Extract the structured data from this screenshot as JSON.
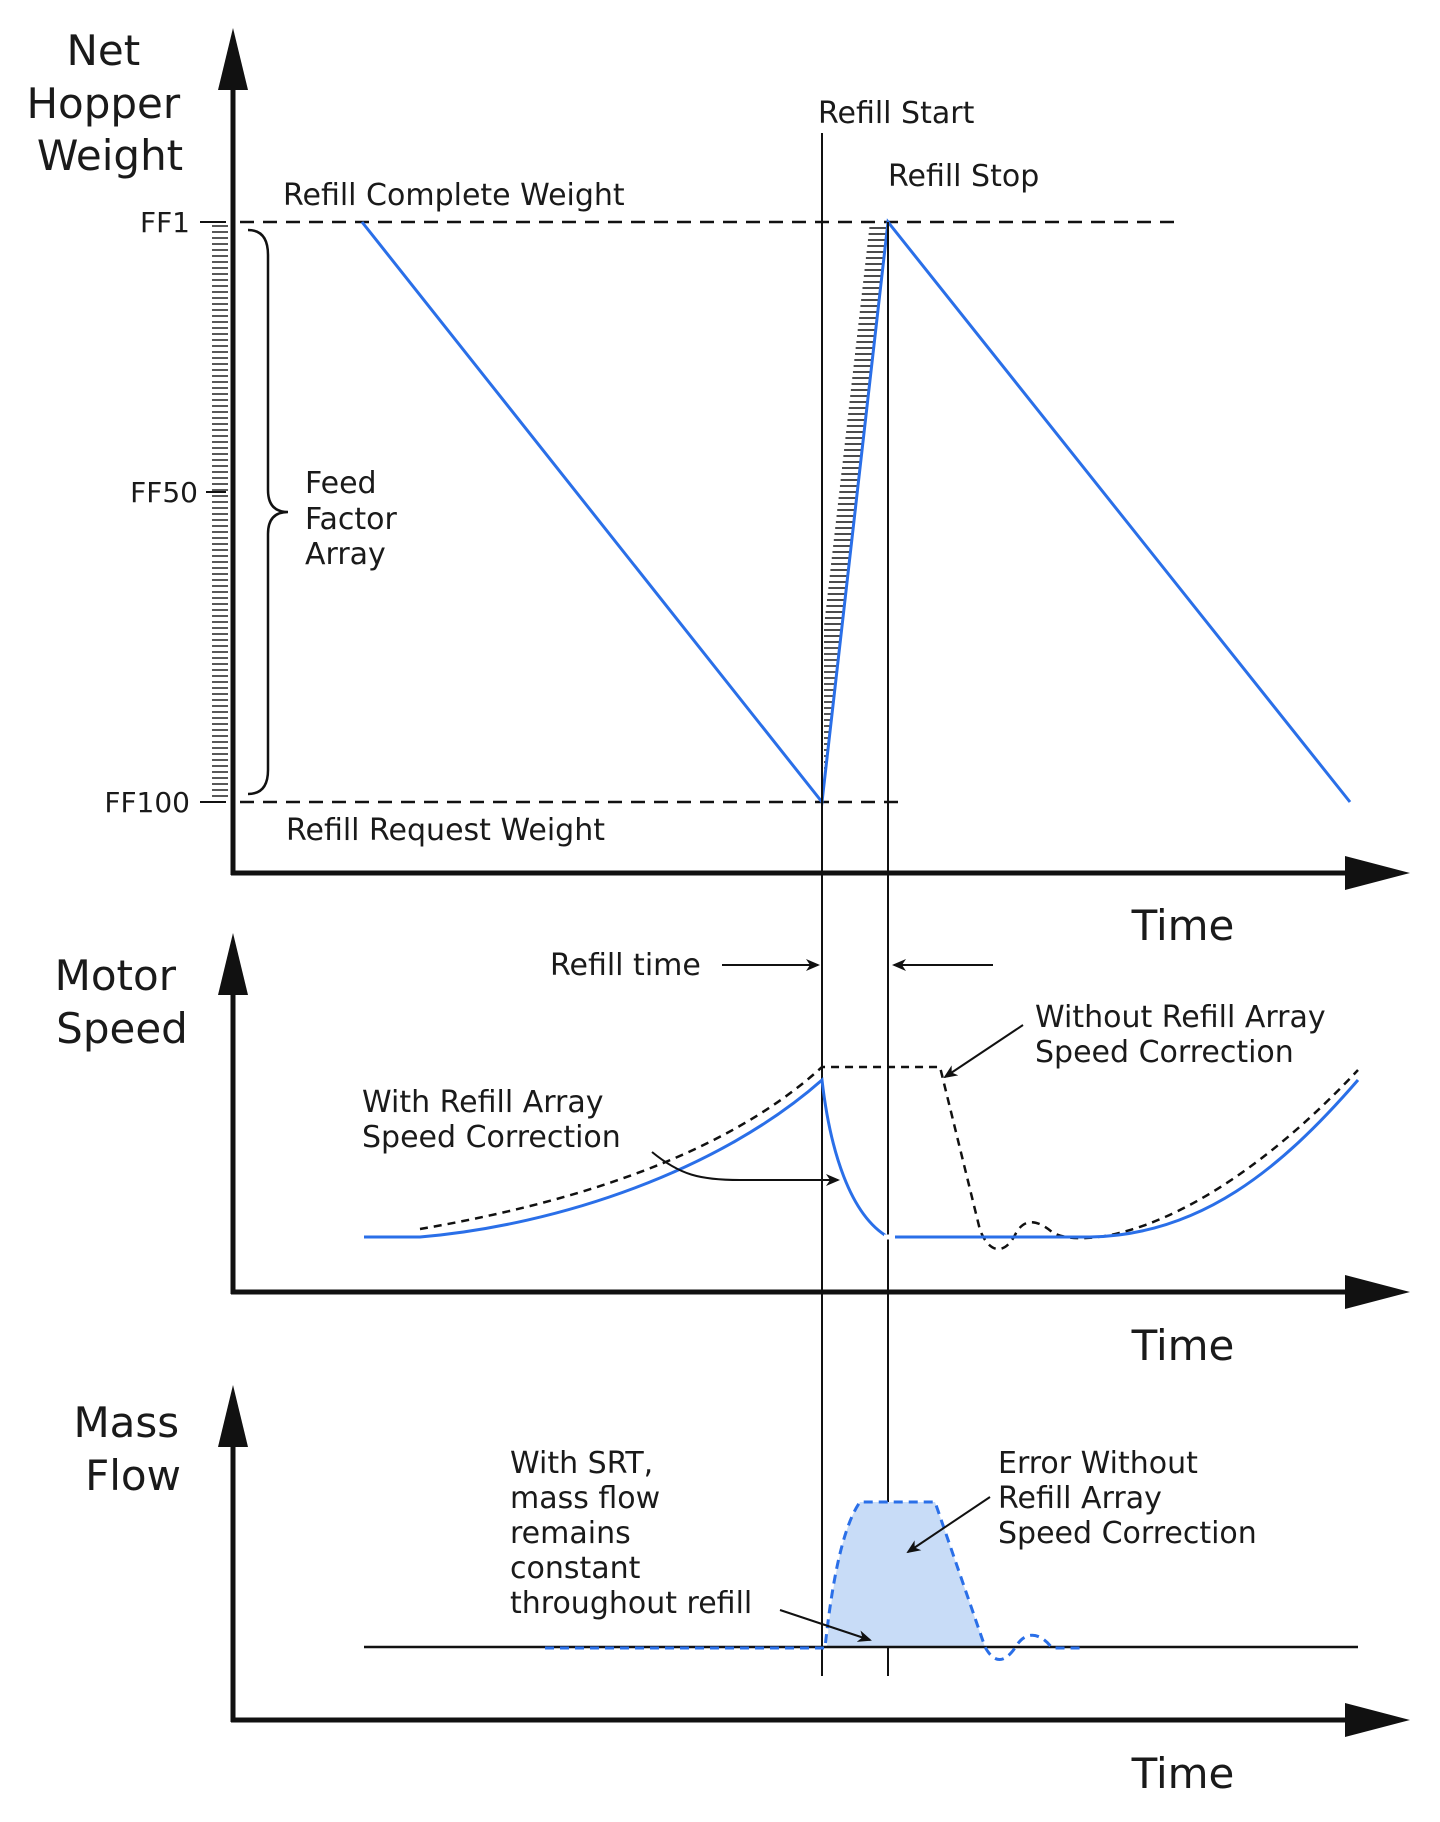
{
  "colors": {
    "ink": "#111111",
    "blue": "#2a6fe8",
    "fill_blue": "#c8dcf7"
  },
  "panel1": {
    "title_lines": [
      "Net",
      "Hopper",
      "Weight"
    ],
    "tick_ff1": "FF1",
    "tick_ff50": "FF50",
    "tick_ff100": "FF100",
    "refill_complete": "Refill Complete Weight",
    "refill_request": "Refill Request Weight",
    "feed_factor_lines": [
      "Feed",
      "Factor",
      "Array"
    ],
    "refill_start": "Refill Start",
    "refill_stop": "Refill Stop",
    "x_label": "Time"
  },
  "panel2": {
    "title_lines": [
      "Motor",
      "Speed"
    ],
    "refill_time": "Refill time",
    "with_lines": [
      "With Refill Array",
      "Speed Correction"
    ],
    "without_lines": [
      "Without Refill Array",
      "Speed Correction"
    ],
    "x_label": "Time"
  },
  "panel3": {
    "title_lines": [
      "Mass",
      "Flow"
    ],
    "srt_lines": [
      "With SRT,",
      "mass flow",
      "remains",
      "constant",
      "throughout refill"
    ],
    "error_lines": [
      "Error Without",
      "Refill Array",
      "Speed Correction"
    ],
    "x_label": "Time"
  }
}
